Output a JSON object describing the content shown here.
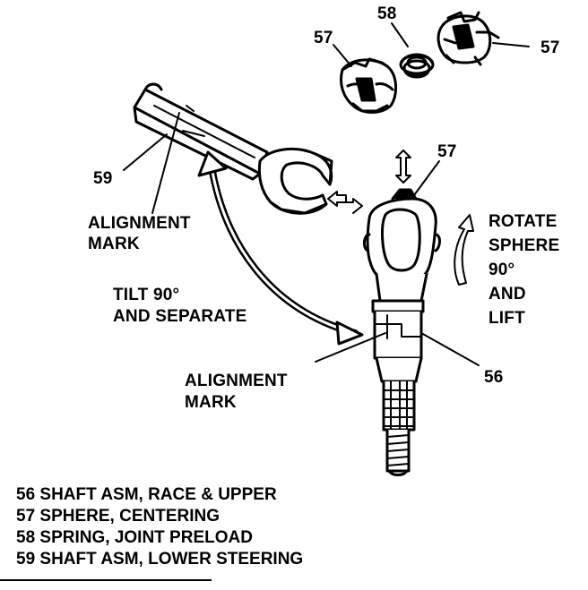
{
  "callouts": {
    "c57_left": "57",
    "c58": "58",
    "c57_right": "57",
    "c57_shaft": "57",
    "c59": "59",
    "c56": "56"
  },
  "labels": {
    "alignment_mark_upper": [
      "ALIGNMENT",
      "MARK"
    ],
    "alignment_mark_lower": [
      "ALIGNMENT",
      "MARK"
    ],
    "tilt": [
      "TILT 90°",
      "AND SEPARATE"
    ],
    "rotate": [
      "ROTATE",
      "SPHERE",
      "90°",
      "AND",
      "LIFT"
    ]
  },
  "legend": [
    "56 SHAFT ASM, RACE & UPPER",
    "57 SPHERE, CENTERING",
    "58 SPRING, JOINT PRELOAD",
    "59 SHAFT ASM, LOWER STEERING"
  ]
}
